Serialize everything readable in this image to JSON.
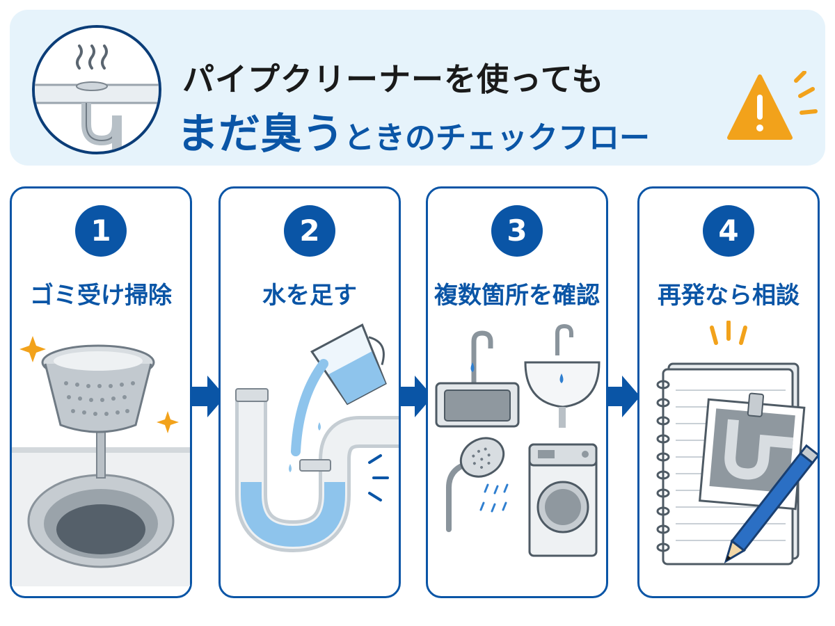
{
  "header": {
    "title_line1": "パイプクリーナーを使っても",
    "title_line2_emphasis": "まだ臭う",
    "title_line2_rest": "ときのチェックフロー"
  },
  "steps": [
    {
      "number": "1",
      "label": "ゴミ受け掃除"
    },
    {
      "number": "2",
      "label": "水を足す"
    },
    {
      "number": "3",
      "label": "複数箇所を確認"
    },
    {
      "number": "4",
      "label": "再発なら相談"
    }
  ],
  "colors": {
    "primary": "#0a55a6",
    "header_bg": "#e6f3fb",
    "warning": "#f2a21b",
    "water": "#8ec4ec",
    "text_dark": "#1a1a1a"
  },
  "icons": {
    "header": "drain-pipe-smell-icon",
    "warning": "warning-triangle-icon",
    "step1": "sink-strainer-basket-icon",
    "step2": "water-pour-ptrap-icon",
    "step3": "multiple-drains-icon",
    "step4": "notebook-photo-pencil-icon",
    "arrow": "arrow-right-icon"
  }
}
